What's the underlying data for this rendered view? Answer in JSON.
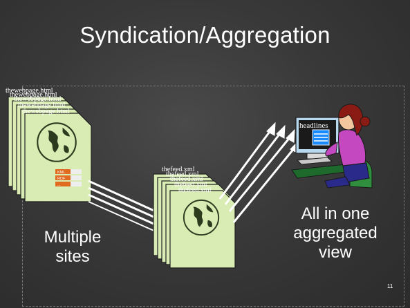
{
  "slide": {
    "title": "Syndication/Aggregation",
    "source_label": "thewebpage.html",
    "feed_label": "thefeed.xml",
    "headlines_label": "headlines",
    "badges": [
      "KML",
      "RDF",
      "..."
    ],
    "caption_sources": "Multiple sites",
    "caption_aggregated": "All in one aggregated view",
    "page_number": "11"
  },
  "colors": {
    "doc_fill": "#d8ecb4",
    "arrow": "#ffffff",
    "badge": "#e06a1e"
  }
}
